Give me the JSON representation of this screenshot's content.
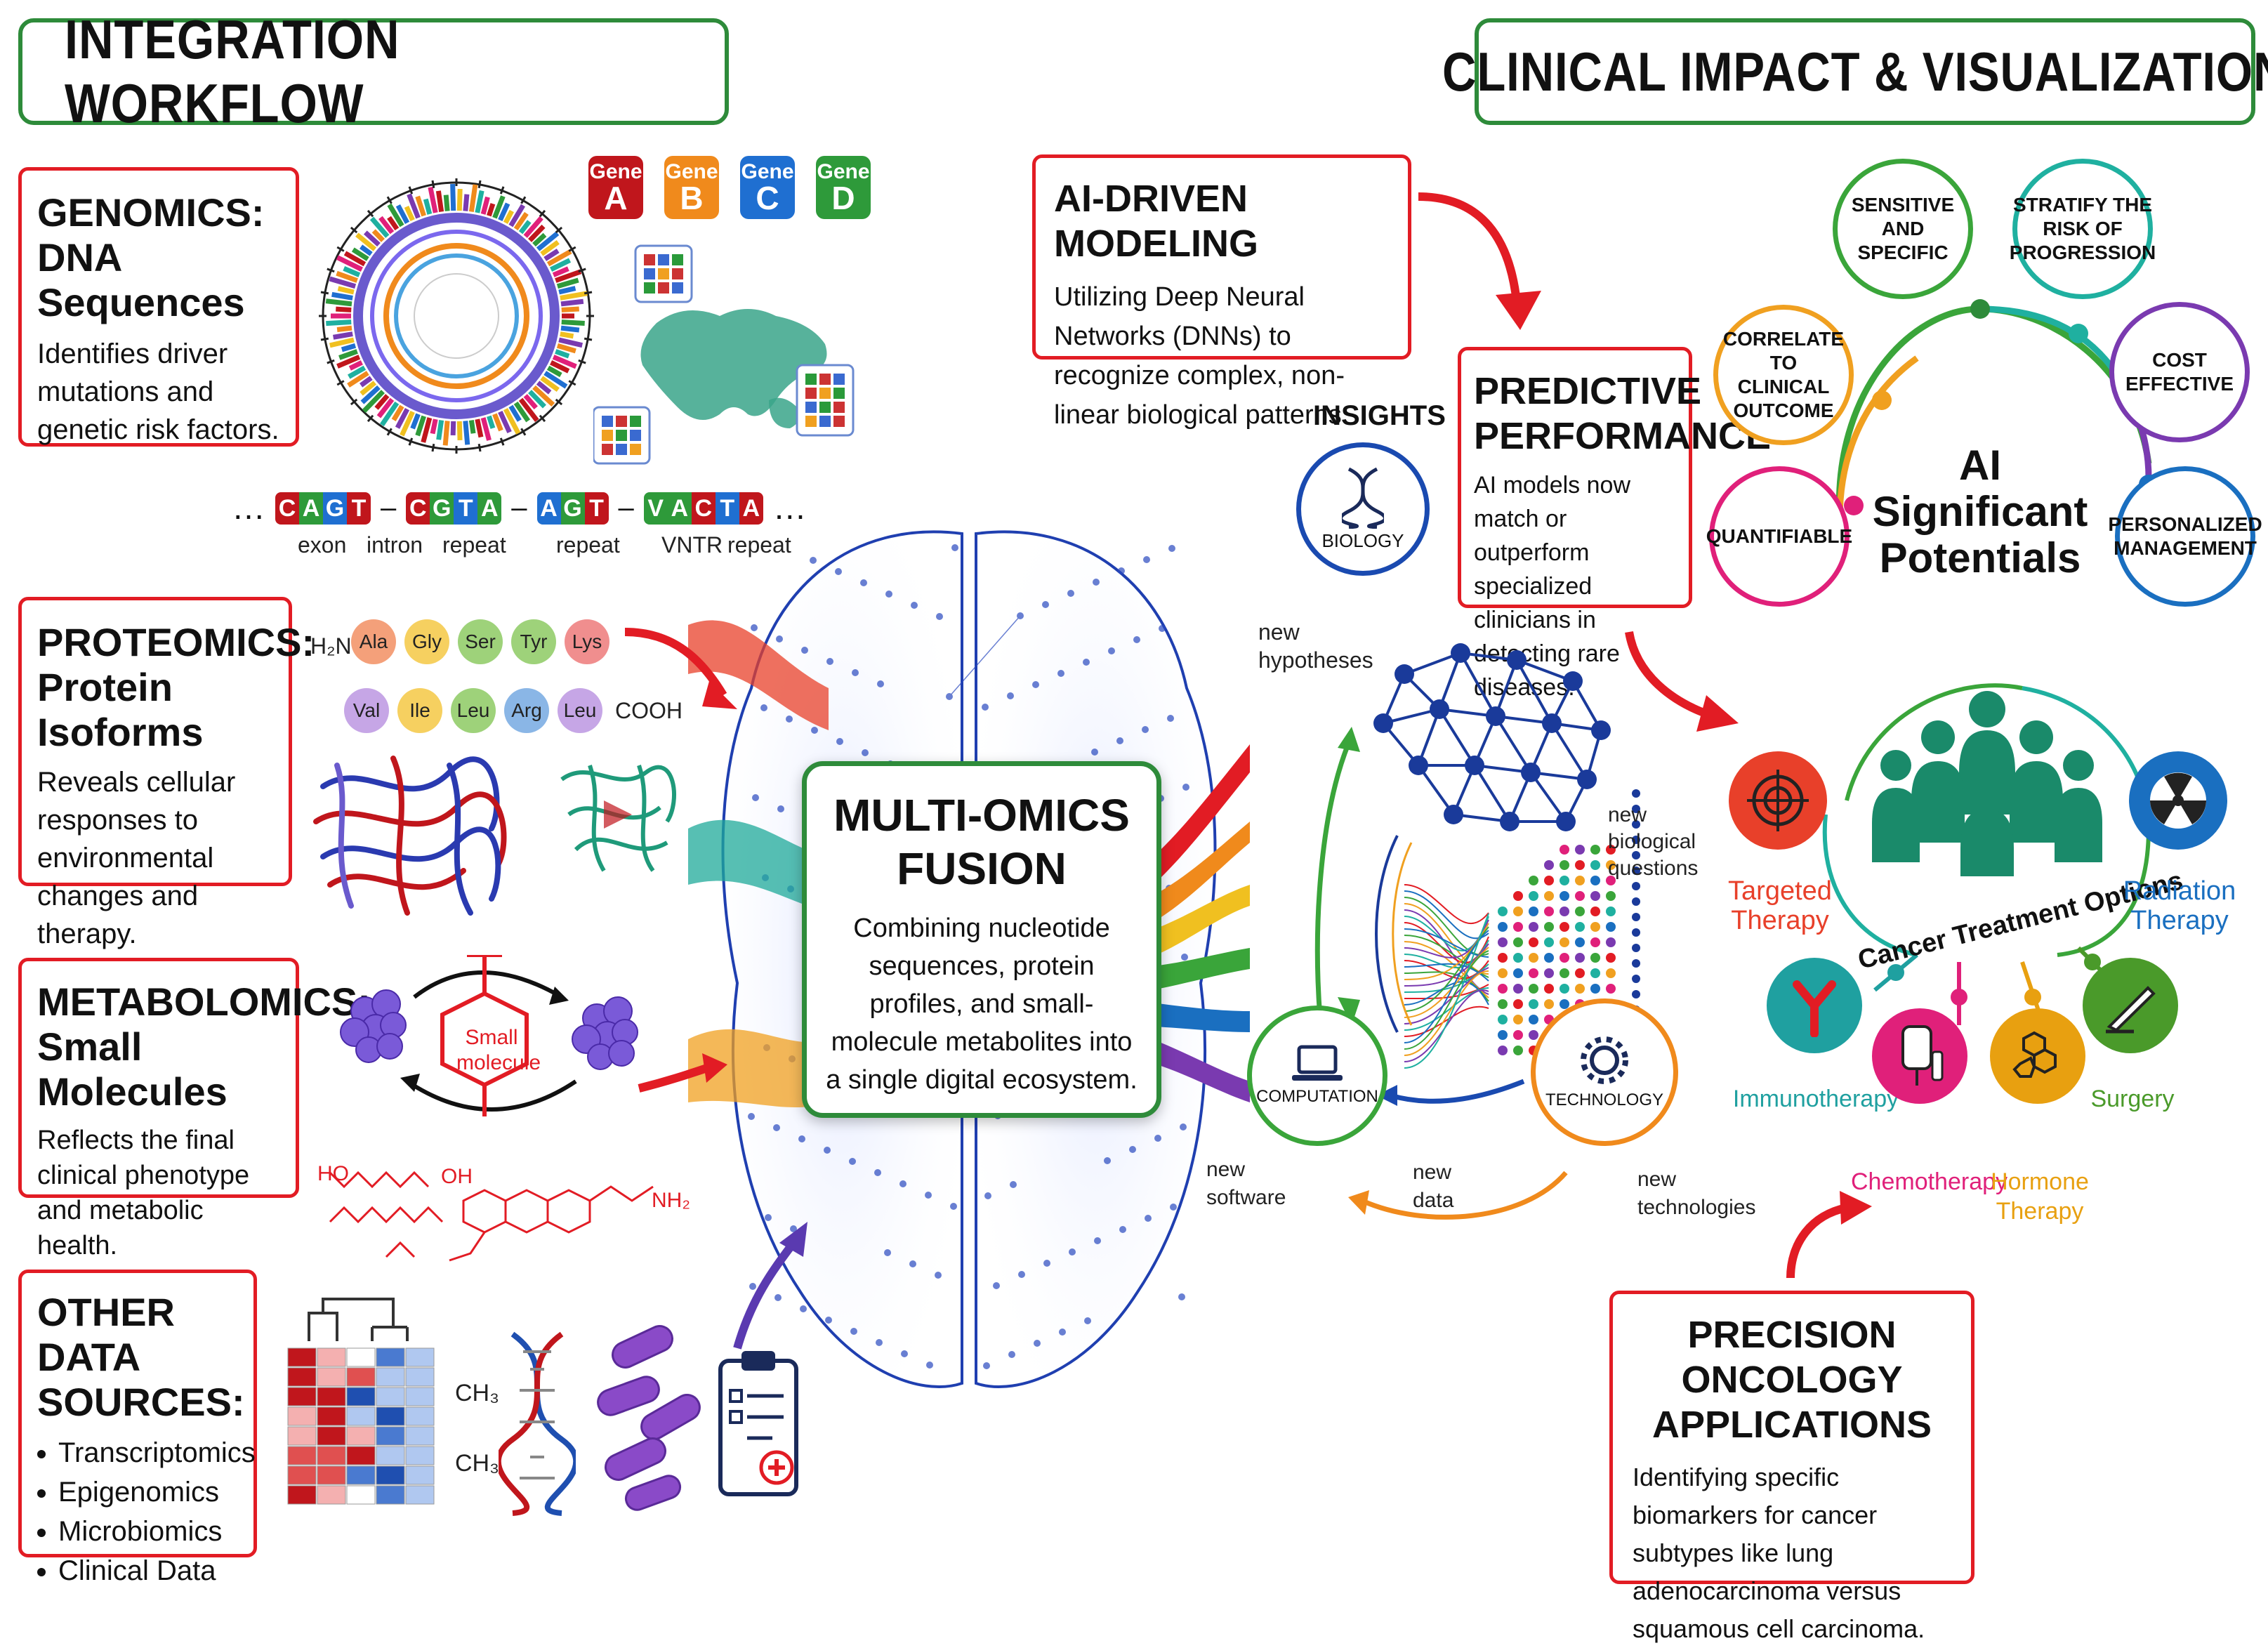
{
  "headers": {
    "left": "INTEGRATION WORKFLOW",
    "right": "CLINICAL IMPACT & VISUALIZATION"
  },
  "genomics": {
    "title1": "GENOMICS:",
    "title2": "DNA Sequences",
    "desc": "Identifies driver mutations and genetic risk factors."
  },
  "genes": [
    {
      "label": "Gene",
      "letter": "A",
      "color": "#c0161c"
    },
    {
      "label": "Gene",
      "letter": "B",
      "color": "#f08a1c"
    },
    {
      "label": "Gene",
      "letter": "C",
      "color": "#1f6fd1"
    },
    {
      "label": "Gene",
      "letter": "D",
      "color": "#2e9a3a"
    }
  ],
  "sequence": {
    "dots": "…",
    "groups": [
      "CAGT",
      "CGTA",
      "AGT",
      "VACTA"
    ],
    "labels": [
      "exon",
      "intron",
      "repeat",
      "repeat",
      "VNTR",
      "repeat"
    ]
  },
  "proteomics": {
    "title1": "PROTEOMICS:",
    "title2": "Protein Isoforms",
    "desc": "Reveals cellular responses to environmental changes and therapy.",
    "h2n": "H₂N",
    "cooh": "COOH",
    "row1": [
      {
        "t": "Ala",
        "c": "#f4a07a"
      },
      {
        "t": "Gly",
        "c": "#f6d060"
      },
      {
        "t": "Ser",
        "c": "#9ed27a"
      },
      {
        "t": "Tyr",
        "c": "#9ed27a"
      },
      {
        "t": "Lys",
        "c": "#f08e8e"
      }
    ],
    "row2": [
      {
        "t": "Val",
        "c": "#c6a6e6"
      },
      {
        "t": "Ile",
        "c": "#f6d060"
      },
      {
        "t": "Leu",
        "c": "#9ed27a"
      },
      {
        "t": "Arg",
        "c": "#8ab6e6"
      },
      {
        "t": "Leu",
        "c": "#c6a6e6"
      }
    ]
  },
  "metabolomics": {
    "title1": "METABOLOMICS:",
    "title2": "Small Molecules",
    "desc": "Reflects the final clinical phenotype and metabolic health.",
    "molecule": "Small molecule",
    "ho": "HO",
    "oh": "OH",
    "nh2": "NH₂"
  },
  "other": {
    "title1": "OTHER DATA",
    "title2": "SOURCES:",
    "items": [
      "Transcriptomics",
      "Epigenomics",
      "Microbiomics",
      "Clinical Data"
    ],
    "ch3a": "CH₃",
    "ch3b": "CH₃"
  },
  "fusion": {
    "title1": "MULTI-OMICS",
    "title2": "FUSION",
    "desc": "Combining nucleotide sequences, protein profiles, and small-molecule metabolites into a single digital ecosystem."
  },
  "ai_modeling": {
    "title": "AI-DRIVEN MODELING",
    "desc": "Utilizing Deep Neural Networks (DNNs) to recognize complex, non-linear biological patterns."
  },
  "predictive": {
    "title1": "PREDICTIVE",
    "title2": "PERFORMANCE",
    "desc": "AI models now match or outperform specialized clinicians in detecting rare diseases."
  },
  "cycle": {
    "insights": "INSIGHTS",
    "biology": "BIOLOGY",
    "computation": "COMPUTATION",
    "technology": "TECHNOLOGY",
    "new_hypotheses": "new hypotheses",
    "new_bio_questions": "new biological questions",
    "new_software": "new software",
    "new_data": "new data",
    "new_technologies": "new technologies"
  },
  "potentials": {
    "center1": "AI Significant",
    "center2": "Potentials",
    "nodes": [
      {
        "t": "SENSITIVE AND SPECIFIC",
        "c": "#3aa53a"
      },
      {
        "t": "STRATIFY THE RISK OF PROGRESSION",
        "c": "#1fb0a0"
      },
      {
        "t": "CORRELATE TO CLINICAL OUTCOME",
        "c": "#f0a020"
      },
      {
        "t": "COST EFFECTIVE",
        "c": "#7a3ab0"
      },
      {
        "t": "QUANTIFIABLE",
        "c": "#e0207a"
      },
      {
        "t": "PERSONALIZED MANAGEMENT",
        "c": "#1a6fc0"
      }
    ]
  },
  "treatment": {
    "arc": "Cancer Treatment Options",
    "options": [
      {
        "t": "Targeted Therapy",
        "c": "#e8402a"
      },
      {
        "t": "Radiation Therapy",
        "c": "#1a6fc0"
      },
      {
        "t": "Immunotherapy",
        "c": "#1fa0a0"
      },
      {
        "t": "Chemotherapy",
        "c": "#e0207a"
      },
      {
        "t": "Hormone Therapy",
        "c": "#e8a010"
      },
      {
        "t": "Surgery",
        "c": "#4a9a2a"
      }
    ]
  },
  "oncology": {
    "title1": "PRECISION ONCOLOGY",
    "title2": "APPLICATIONS",
    "desc": "Identifying specific biomarkers for cancer subtypes like lung adenocarcinoma versus squamous cell carcinoma."
  },
  "colors": {
    "green": "#2e8b3a",
    "red": "#e21c24"
  },
  "icons": [
    "dna-icon",
    "target-icon",
    "radiation-icon",
    "antibody-icon",
    "iv-bag-icon",
    "molecule-icon",
    "scalpel-icon",
    "gear-icon",
    "laptop-icon",
    "people-icon",
    "clipboard-icon",
    "bacteria-icon",
    "world-map-icon"
  ]
}
